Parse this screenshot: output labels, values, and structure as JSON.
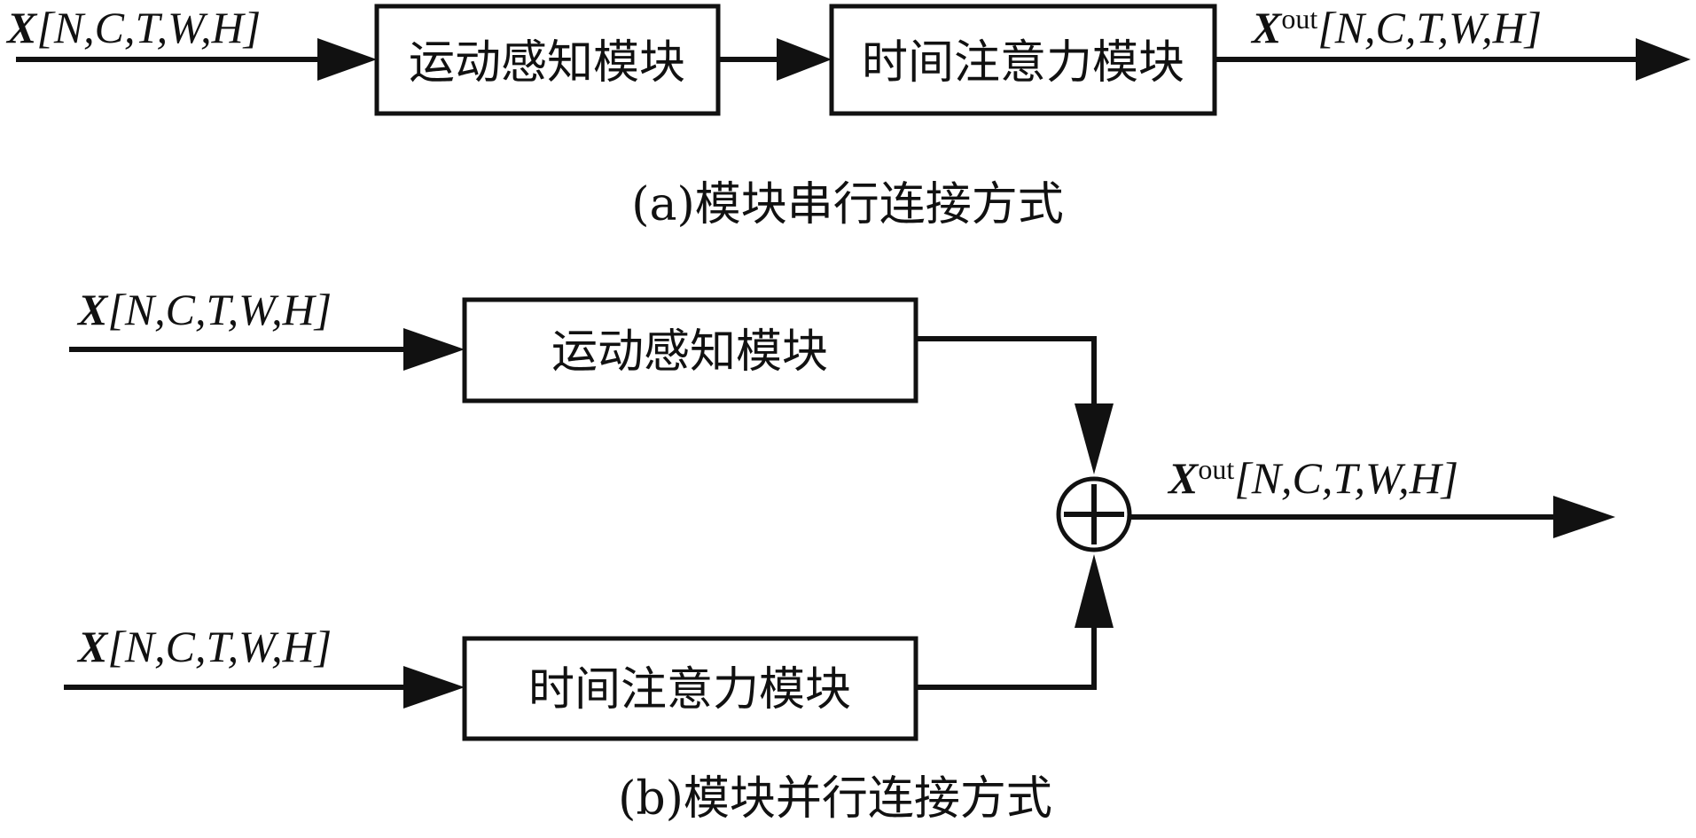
{
  "diagram_a": {
    "input_label": {
      "var": "X",
      "dims": "[N,C,T,W,H]"
    },
    "block_1": "运动感知模块",
    "block_2": "时间注意力模块",
    "output_label": {
      "var": "X",
      "sup": "out",
      "dims": "[N,C,T,W,H]"
    },
    "caption": "(a)模块串行连接方式"
  },
  "diagram_b": {
    "input_top_label": {
      "var": "X",
      "dims": "[N,C,T,W,H]"
    },
    "input_bottom_label": {
      "var": "X",
      "dims": "[N,C,T,W,H]"
    },
    "block_top": "运动感知模块",
    "block_bottom": "时间注意力模块",
    "sum_symbol": "+",
    "output_label": {
      "var": "X",
      "sup": "out",
      "dims": "[N,C,T,W,H]"
    },
    "caption": "(b)模块并行连接方式"
  }
}
